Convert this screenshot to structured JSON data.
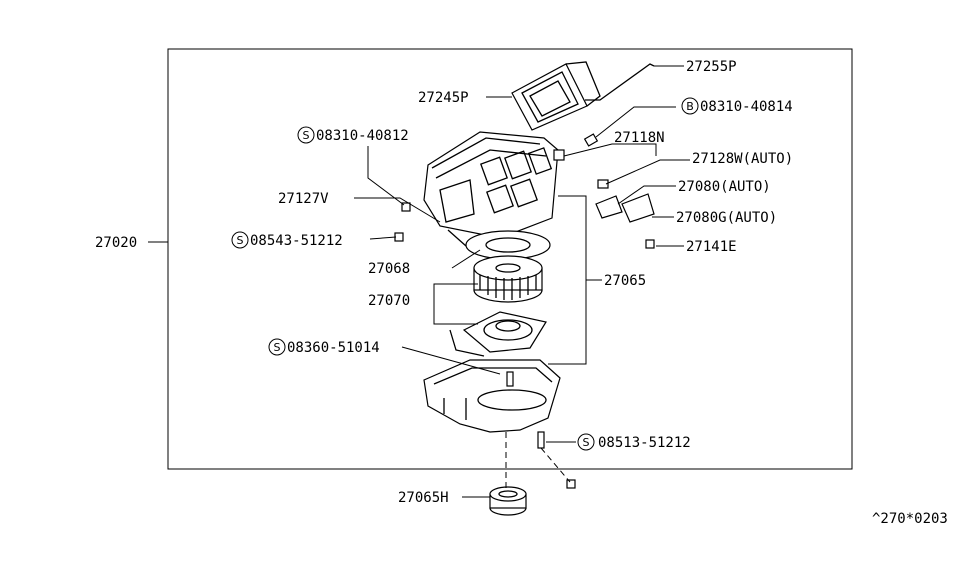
{
  "assembly_part": "27020",
  "reference_code": "^270*0203",
  "callouts": {
    "p27255P": "27255P",
    "p27245P": "27245P",
    "p08310_40814": "08310-40814",
    "p08310_40814_sym": "B",
    "p08310_40812": "08310-40812",
    "p08310_40812_sym": "S",
    "p27118N": "27118N",
    "p27128W": "27128W(AUTO)",
    "p27080": "27080(AUTO)",
    "p27127V": "27127V",
    "p27080G": "27080G(AUTO)",
    "p08543_51212": "08543-51212",
    "p08543_51212_sym": "S",
    "p27141E": "27141E",
    "p27068": "27068",
    "p27065": "27065",
    "p27070": "27070",
    "p08360_51014": "08360-51014",
    "p08360_51014_sym": "S",
    "p08513_51212": "08513-51212",
    "p08513_51212_sym": "S",
    "p27065H": "27065H"
  }
}
